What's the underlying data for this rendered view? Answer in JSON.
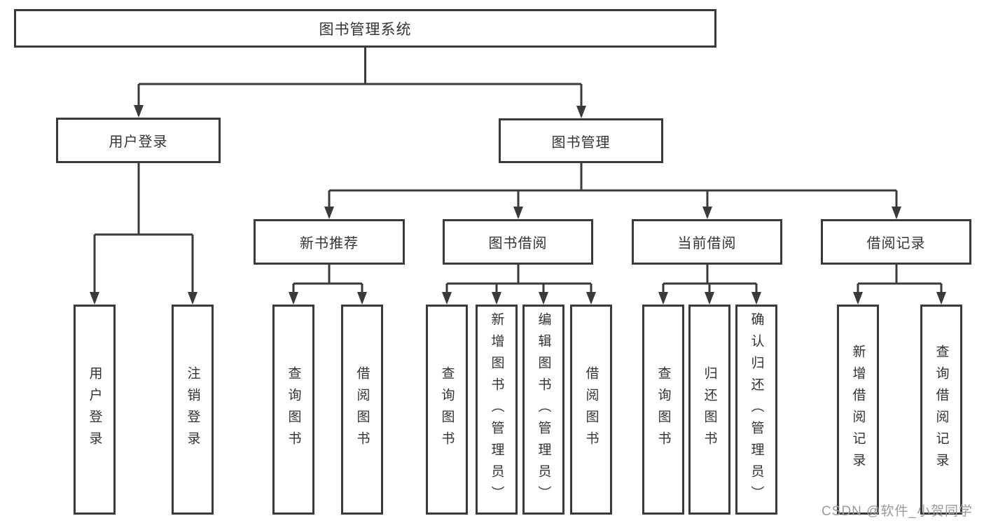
{
  "tree": {
    "root": "图书管理系统",
    "branches": [
      {
        "label": "用户登录",
        "leaves": [
          "用户登录",
          "注销登录"
        ]
      },
      {
        "label": "图书管理",
        "groups": [
          {
            "label": "新书推荐",
            "leaves": [
              "查询图书",
              "借阅图书"
            ]
          },
          {
            "label": "图书借阅",
            "leaves": [
              "查询图书",
              "新增图书（管理员）",
              "编辑图书（管理员）",
              "借阅图书"
            ]
          },
          {
            "label": "当前借阅",
            "leaves": [
              "查询图书",
              "归还图书",
              "确认归还（管理员）"
            ]
          },
          {
            "label": "借阅记录",
            "leaves": [
              "新增借阅记录",
              "查询借阅记录"
            ]
          }
        ]
      }
    ]
  },
  "watermark": "CSDN @软件_小贺同学",
  "colors": {
    "line": "#3a3a3a",
    "text": "#333333",
    "watermark": "#9b9b9b",
    "background": "#ffffff"
  }
}
